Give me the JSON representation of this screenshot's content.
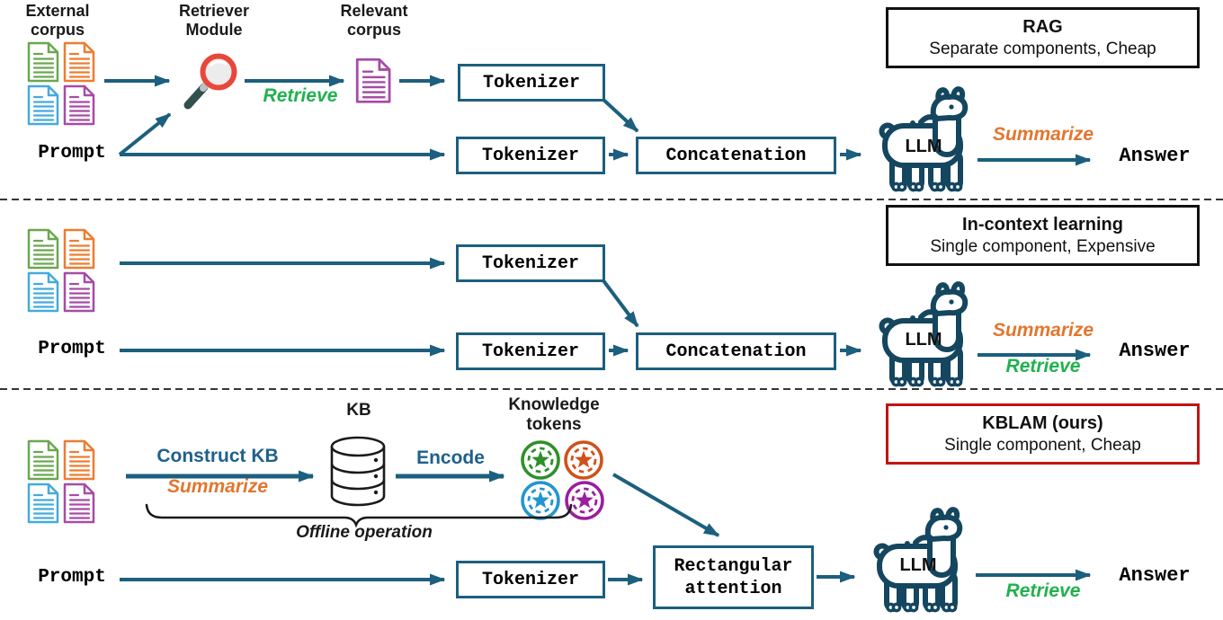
{
  "figure": {
    "type": "comparison-diagram",
    "topic": "RAG vs In-context learning vs KBLAM"
  },
  "colors": {
    "flow_teal": "#1c5f7e",
    "llama_navy": "#14465f",
    "retrieve_green": "#21b14e",
    "summarize_orange": "#e2762e",
    "kblam_border_red": "#c21414",
    "header_border_black": "#111111",
    "doc_green": "#6aa84f",
    "doc_orange": "#ed7d31",
    "doc_blue": "#45aadc",
    "doc_purple": "#a64ca6",
    "token_green": "#2f8f2a",
    "token_orange": "#d0511a",
    "token_blue": "#2196cc",
    "token_purple": "#9a1f9e",
    "magnifier_red": "#e8473b"
  },
  "sections": [
    {
      "id": "rag",
      "header": {
        "title": "RAG",
        "subtitle": "Separate components, Cheap"
      },
      "labels": {
        "external_corpus": "External corpus",
        "retriever_module": "Retriever Module",
        "relevant_corpus": "Relevant corpus",
        "retrieve": "Retrieve",
        "prompt": "Prompt",
        "llm": "LLM",
        "summarize": "Summarize",
        "answer": "Answer"
      },
      "boxes": {
        "tokenizer_corpus": "Tokenizer",
        "tokenizer_prompt": "Tokenizer",
        "concatenation": "Concatenation"
      }
    },
    {
      "id": "icl",
      "header": {
        "title": "In-context learning",
        "subtitle": "Single component, Expensive"
      },
      "labels": {
        "prompt": "Prompt",
        "llm": "LLM",
        "summarize": "Summarize",
        "retrieve": "Retrieve",
        "answer": "Answer"
      },
      "boxes": {
        "tokenizer_corpus": "Tokenizer",
        "tokenizer_prompt": "Tokenizer",
        "concatenation": "Concatenation"
      }
    },
    {
      "id": "kblam",
      "header": {
        "title": "KBLAM (ours)",
        "subtitle": "Single component, Cheap"
      },
      "labels": {
        "construct_kb": "Construct KB",
        "summarize": "Summarize",
        "kb": "KB",
        "encode": "Encode",
        "knowledge_tokens": "Knowledge tokens",
        "offline_operation": "Offline operation",
        "prompt": "Prompt",
        "llm": "LLM",
        "retrieve": "Retrieve",
        "answer": "Answer"
      },
      "boxes": {
        "tokenizer_prompt": "Tokenizer",
        "rectangular_attention": "Rectangular attention"
      }
    }
  ]
}
